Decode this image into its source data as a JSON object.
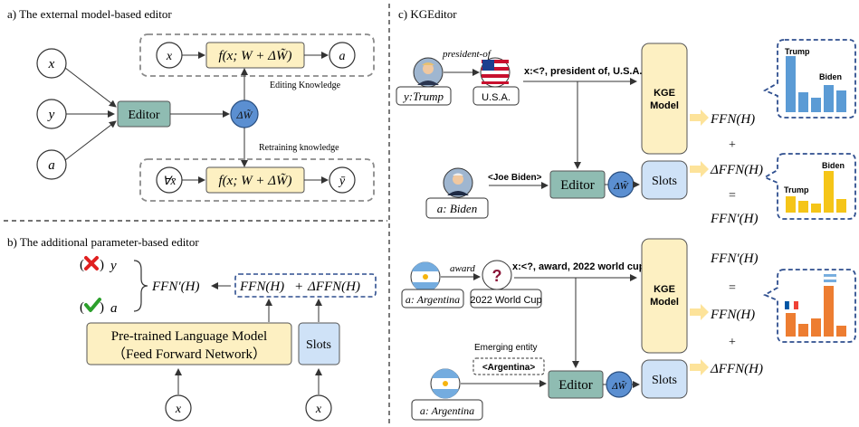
{
  "panel_a": {
    "title": "a) The external model-based editor",
    "input_x": "x",
    "input_y": "y",
    "input_a": "a",
    "editor": "Editor",
    "delta_w": "ΔW̃",
    "top_in": "x",
    "top_fn": "f(x; W + ΔW̃)",
    "top_out": "a",
    "bottom_in": "∀x̄",
    "bottom_fn": "f(x; W + ΔW̃)",
    "bottom_out": "ȳ",
    "editing_knowledge": "Editing Knowledge",
    "retraining_knowledge": "Retraining knowledge"
  },
  "panel_b": {
    "title": "b) The additional parameter-based editor",
    "y_label": "y",
    "a_label": "a",
    "ffn_prime": "FFN′(H)",
    "ffn_h": "FFN(H)",
    "plus": "+",
    "delta_ffn": "ΔFFN(H)",
    "plm_line1": "Pre-trained Language Model",
    "plm_line2": "（Feed Forward Network）",
    "slots": "Slots",
    "input_x1": "x",
    "input_x2": "x"
  },
  "panel_c": {
    "title": "c)  KGEditor",
    "top": {
      "relation": "president-of",
      "subject_label": "y:Trump",
      "object_label": "U.S.A.",
      "query_x": "x:<?, president of, U.S.A.>",
      "entity_tag": "<Joe Biden>",
      "new_entity_label": "a: Biden",
      "kge_model_line1": "KGE",
      "kge_model_line2": "Model",
      "editor": "Editor",
      "delta_w": "ΔW̃",
      "slots": "Slots",
      "ffn_h": "FFN(H)",
      "plus": "+",
      "delta_ffn": "ΔFFN(H)",
      "equals": "=",
      "ffn_prime": "FFN′(H)",
      "bubble1_labels": [
        "Trump",
        "Biden"
      ],
      "bubble2_labels": [
        "Biden",
        "Trump"
      ]
    },
    "bottom": {
      "relation": "award",
      "subject_label": "a: Argentina",
      "object_label": "2022 World Cup",
      "query_x": "x:<?, award, 2022 world cup>",
      "emerging_entity": "Emerging entity",
      "entity_tag": "<Argentina>",
      "new_entity_label": "a: Argentina",
      "kge_model_line1": "KGE",
      "kge_model_line2": "Model",
      "editor": "Editor",
      "delta_w": "ΔW̃",
      "slots": "Slots",
      "ffn_prime": "FFN′(H)",
      "equals": "=",
      "ffn_h": "FFN(H)",
      "plus": "+",
      "delta_ffn": "ΔFFN(H)"
    }
  },
  "colors": {
    "editor_fill": "#8fbcb2",
    "delta_fill": "#5b8fd1",
    "fn_fill": "#fdf0c2",
    "slots_fill": "#cfe2f7",
    "kge_fill": "#fdf0c2",
    "blue_bars": "#5b9bd5",
    "yellow_bars": "#f5c518",
    "orange_bars": "#ed7d31",
    "dash_border": "#8a8a8a",
    "bubble_border": "#2f4f8f",
    "red_mark": "#e02020",
    "green_mark": "#2ca02c"
  }
}
